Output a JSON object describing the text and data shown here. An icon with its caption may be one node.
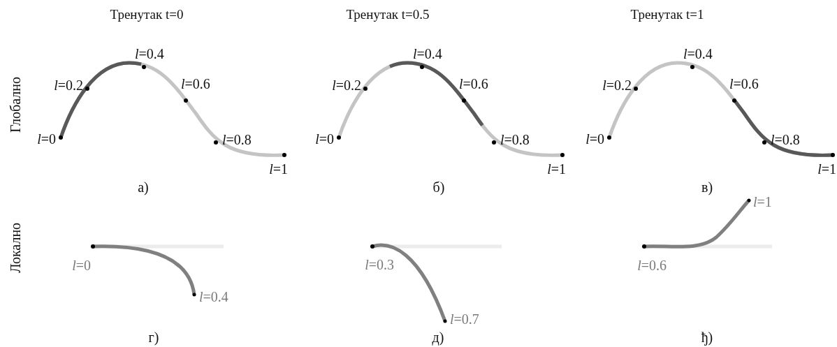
{
  "diagram": {
    "labels": [
      "Тренутак t=0",
      "Тренутак t=0.5",
      "Тренутак t=1",
      "Глобално",
      "*l*=0",
      "*l*=0.2",
      "*l*=0.4",
      "*l*=0.6",
      "*l*=0.8",
      "*l*=1",
      "а)",
      "*l*=0",
      "*l*=0.2",
      "*l*=0.4",
      "*l*=0.6",
      "*l*=0.8",
      "*l*=1",
      "б)",
      "*l*=0",
      "*l*=0.2",
      "*l*=0.4",
      "*l*=0.6",
      "*l*=0.8",
      "*l*=1",
      "в)",
      "Локално",
      "*l*=0",
      "*l*=0.4",
      "г)",
      "*l*=0.3",
      "*l*=0.7",
      "д)",
      "*l*=0.6",
      "*l*=1",
      "ђ)"
    ]
  }
}
